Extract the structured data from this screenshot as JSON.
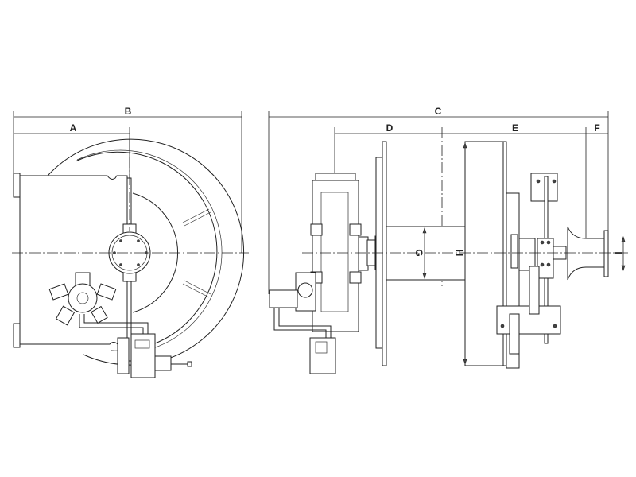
{
  "drawing": {
    "title": "Hose reel general arrangement drawing",
    "front_view": {
      "dimensions": {
        "a": "A",
        "b": "B"
      }
    },
    "side_view": {
      "dimensions": {
        "c": "C",
        "d": "D",
        "e": "E",
        "f": "F",
        "g": "G",
        "h": "H",
        "i": "I"
      }
    }
  },
  "colors": {
    "line": "#222222",
    "background": "#ffffff"
  }
}
